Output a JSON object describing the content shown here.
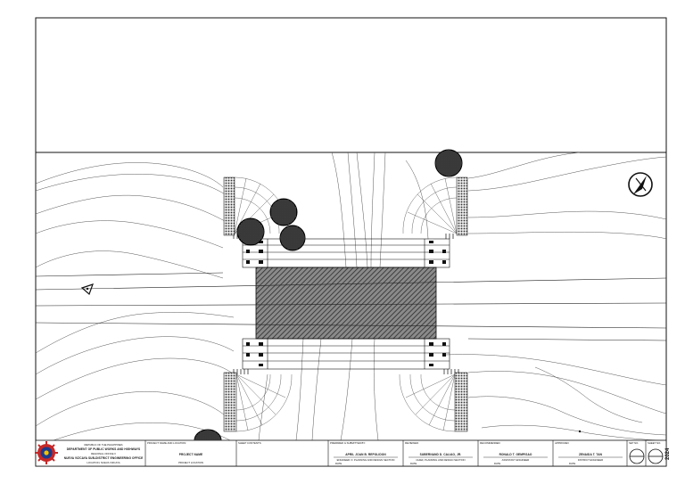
{
  "sheet": {
    "north_arrow": "north-arrow-icon",
    "agency": {
      "republic": "REPUBLIC OF THE PHILIPPINES",
      "department": "DEPARTMENT OF PUBLIC WORKS AND HIGHWAYS",
      "region": "REGIONAL OFFICE II",
      "office": "NUEVA VIZCAYA SUB-DISTRICT ENGINEERING OFFICE",
      "address": "LOCATION, NUEVA VIZCAYA"
    },
    "title_block": {
      "project_label": "PROJECT NAME AND LOCATION:",
      "project_name": "PROJECT NAME",
      "project_location": "PROJECT LOCATION",
      "sheet_contents_label": "SHEET CONTENTS:",
      "prepared_label": "PREPARED & SUBMITTED BY:",
      "prepared_name": "APRIL JOAN B. REPOLIDON",
      "prepared_title": "ENGINEER II / PLANNING AND DESIGN SECTION",
      "prepared_date": "DATE",
      "reviewed_label": "REVIEWED:",
      "reviewed_name": "SUBERNAND D. CALIAO, JR.",
      "reviewed_title": "CHIEF, PLANNING AND DESIGN SECTION",
      "reviewed_date": "DATE",
      "recommended_label": "RECOMMENDED:",
      "recommended_name": "RONALD T. GEMPISAO",
      "recommended_title": "ASSISTANT ENGINEER",
      "recommended_date": "DATE",
      "approved_label": "APPROVED:",
      "approved_name": "ZENAIDA T. TAN",
      "approved_title": "DISTRICT ENGINEER",
      "approved_date": "DATE",
      "set_no_label": "SET NO.",
      "sheet_no_label": "SHEET NO.",
      "year": "2024"
    }
  }
}
